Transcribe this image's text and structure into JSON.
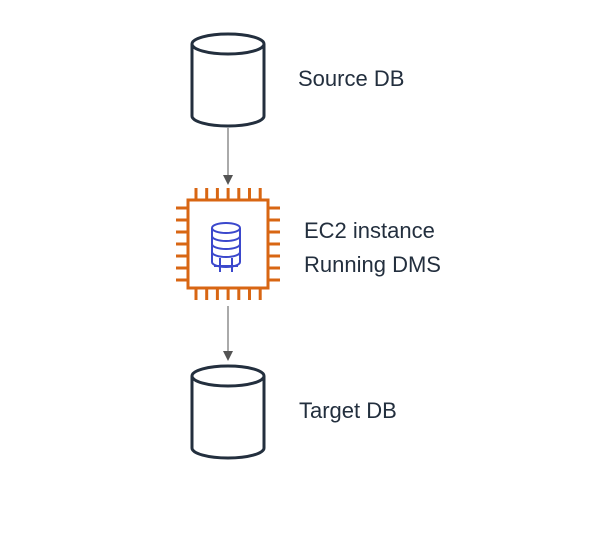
{
  "nodes": {
    "source_db": {
      "label": "Source DB"
    },
    "ec2": {
      "label_line1": "EC2 instance",
      "label_line2": "Running DMS"
    },
    "target_db": {
      "label": "Target DB"
    }
  },
  "edges": [
    {
      "from": "source_db",
      "to": "ec2"
    },
    {
      "from": "ec2",
      "to": "target_db"
    }
  ],
  "colors": {
    "db_outline": "#232f3e",
    "ec2_outline": "#d86613",
    "dms_icon": "#3b48cc",
    "arrow": "#545454",
    "text": "#232f3e"
  },
  "icons": {
    "source_db": "database-cylinder-icon",
    "ec2": "ec2-chip-icon",
    "dms": "database-migration-icon",
    "target_db": "database-cylinder-icon"
  }
}
